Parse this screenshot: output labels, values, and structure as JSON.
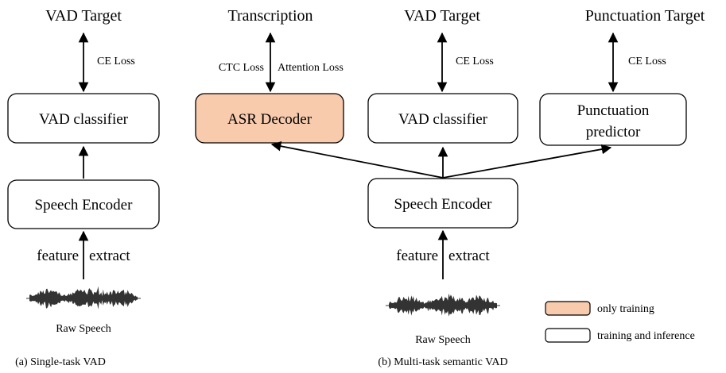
{
  "panel_a": {
    "target_label": "VAD Target",
    "loss_label": "CE Loss",
    "classifier_label": "VAD classifier",
    "encoder_label": "Speech Encoder",
    "feature_label": "feature",
    "extract_label": "extract",
    "speech_label": "Raw Speech",
    "caption": "(a) Single-task VAD"
  },
  "panel_b": {
    "transcription_label": "Transcription",
    "ctc_loss_label": "CTC Loss",
    "attention_loss_label": "Attention Loss",
    "asr_decoder_label": "ASR Decoder",
    "vad_target_label": "VAD Target",
    "vad_loss_label": "CE Loss",
    "vad_classifier_label": "VAD classifier",
    "punct_target_label": "Punctuation Target",
    "punct_loss_label": "CE Loss",
    "punct_predictor_line1": "Punctuation",
    "punct_predictor_line2": "predictor",
    "encoder_label": "Speech Encoder",
    "feature_label": "feature",
    "extract_label": "extract",
    "speech_label": "Raw Speech",
    "caption": "(b) Multi-task semantic VAD"
  },
  "legend": {
    "training_only_label": "only training",
    "training_inference_label": "training and inference",
    "training_only_color": "#f8cbad",
    "training_inference_color": "#ffffff"
  }
}
